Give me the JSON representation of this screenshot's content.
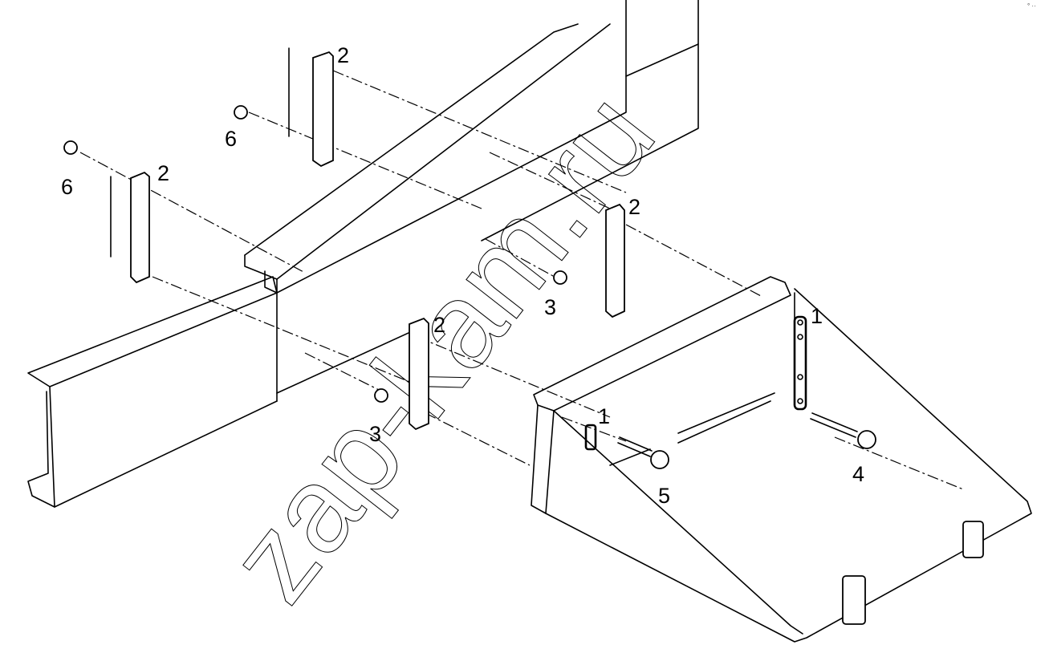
{
  "diagram": {
    "watermark": "zap-kam.ru",
    "corner_mark": "° ··",
    "callouts": [
      {
        "id": "c2a",
        "label": "2"
      },
      {
        "id": "c2b",
        "label": "2"
      },
      {
        "id": "c2c",
        "label": "2"
      },
      {
        "id": "c2d",
        "label": "2"
      },
      {
        "id": "c6a",
        "label": "6"
      },
      {
        "id": "c6b",
        "label": "6"
      },
      {
        "id": "c3a",
        "label": "3"
      },
      {
        "id": "c3b",
        "label": "3"
      },
      {
        "id": "c1a",
        "label": "1"
      },
      {
        "id": "c1b",
        "label": "1"
      },
      {
        "id": "c4",
        "label": "4"
      },
      {
        "id": "c5",
        "label": "5"
      }
    ]
  }
}
